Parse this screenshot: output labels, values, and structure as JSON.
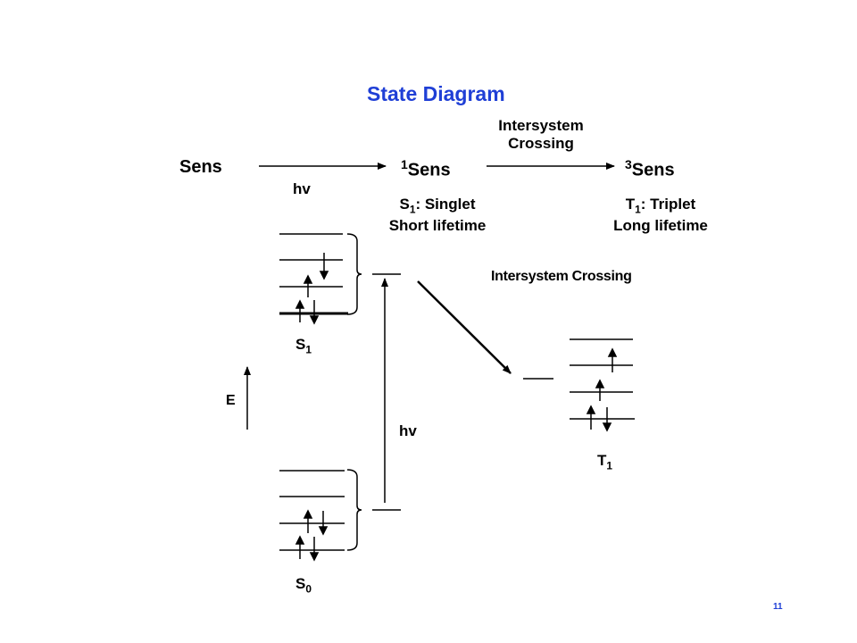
{
  "title": "State Diagram",
  "top_row": {
    "sens": "Sens",
    "hv": "hv",
    "singlet_sup": "1",
    "singlet": "Sens",
    "isc_line1": "Intersystem",
    "isc_line2": "Crossing",
    "triplet_sup": "3",
    "triplet": "Sens"
  },
  "singlet_desc": {
    "s": "S",
    "sub": "1",
    "rest": ": Singlet",
    "line2": "Short lifetime"
  },
  "triplet_desc": {
    "t": "T",
    "sub": "1",
    "rest": ": Triplet",
    "line2": "Long lifetime"
  },
  "isc_label": "Intersystem Crossing",
  "energy_label": "E",
  "hv_label": "hv",
  "s1": {
    "main": "S",
    "sub": "1"
  },
  "s0": {
    "main": "S",
    "sub": "0"
  },
  "t1": {
    "main": "T",
    "sub": "1"
  },
  "page_number": "11"
}
